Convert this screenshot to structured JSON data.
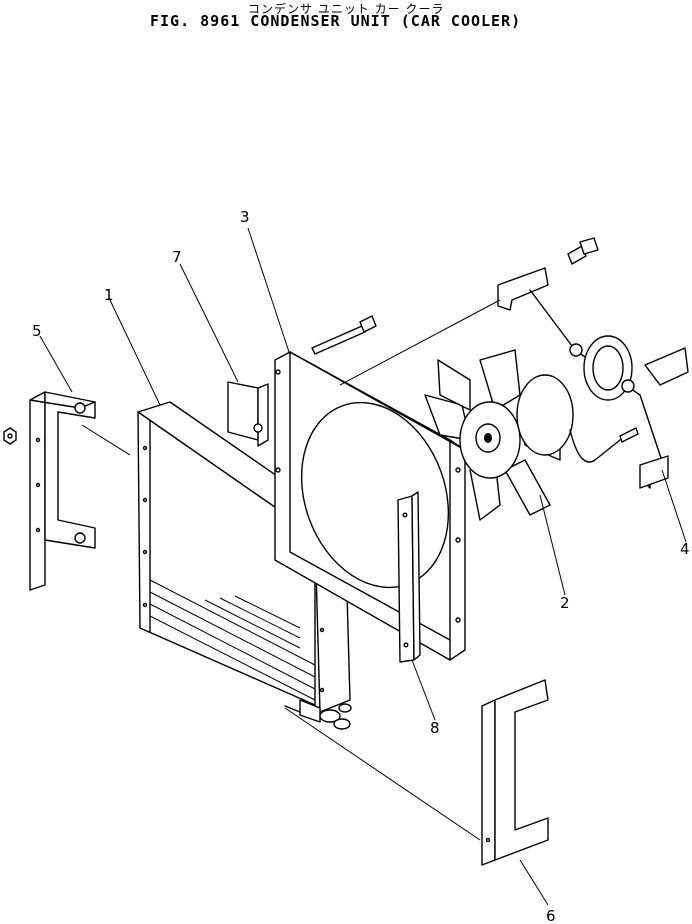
{
  "figure": {
    "japanese_caption": "コンデンサ ユニット カー クーラ",
    "title": "FIG. 8961  CONDENSER UNIT (CAR COOLER)"
  },
  "callouts": [
    "1",
    "2",
    "3",
    "4",
    "5",
    "6",
    "7",
    "8"
  ]
}
